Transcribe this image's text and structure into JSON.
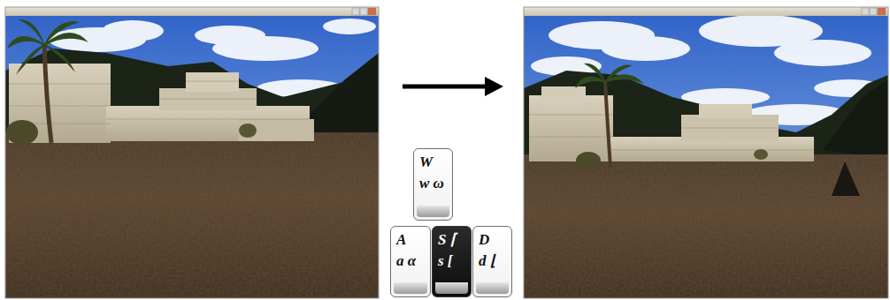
{
  "diagram": {
    "nodes": [
      {
        "text": [
          "W",
          "w ω"
        ]
      },
      {
        "text": [
          "A",
          "a α"
        ]
      },
      {
        "text": [
          "S ⌈",
          "s ["
        ]
      },
      {
        "text": [
          "D",
          "d ⌊"
        ]
      }
    ]
  }
}
